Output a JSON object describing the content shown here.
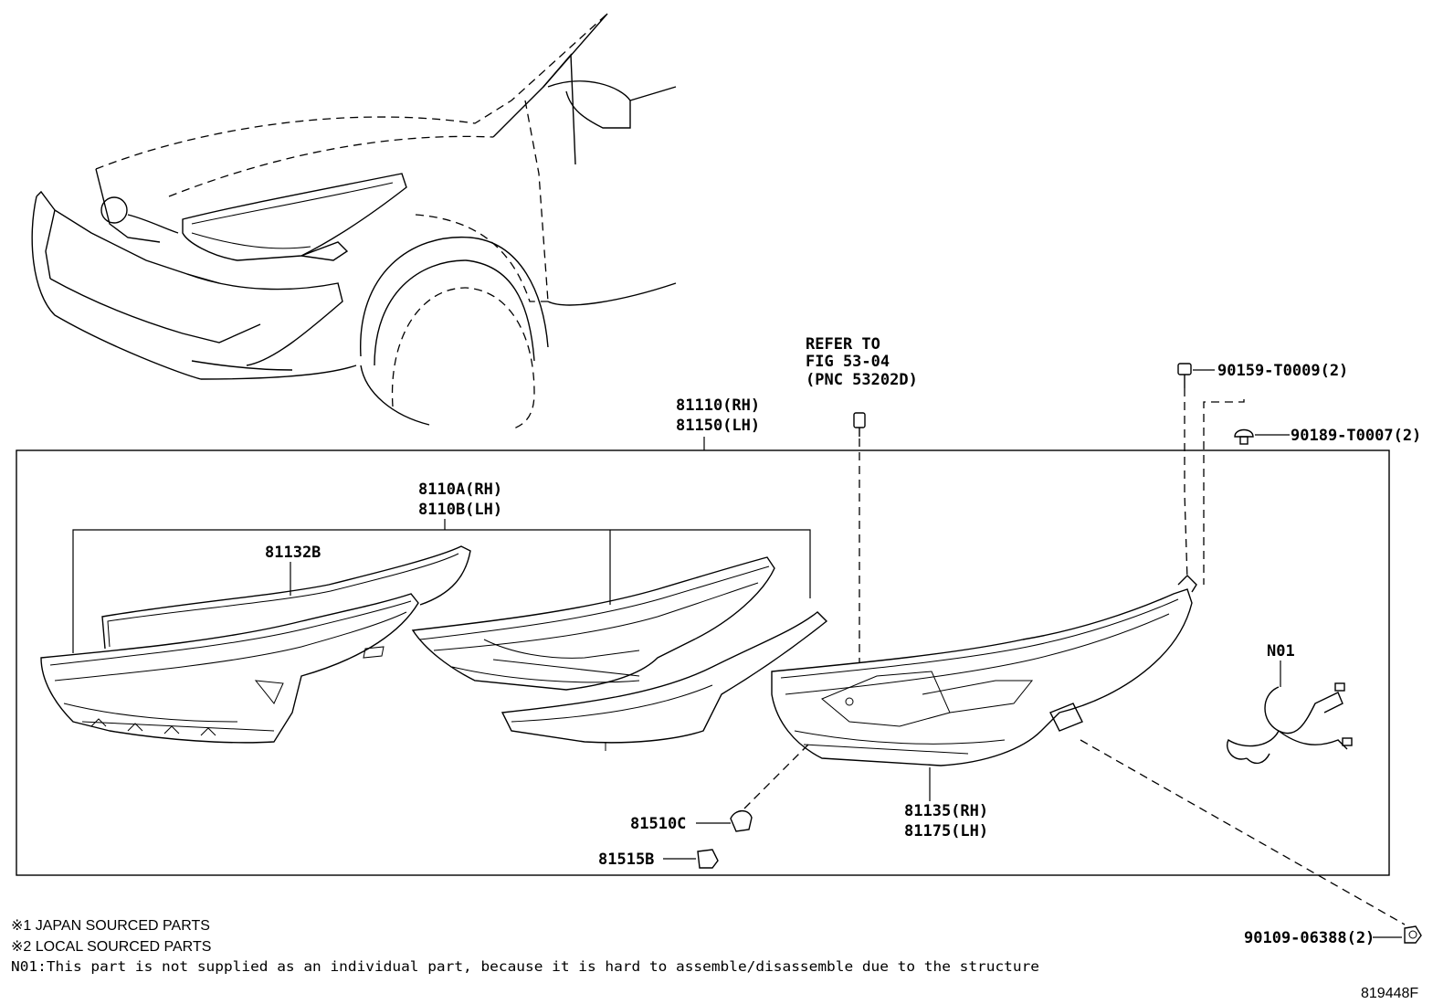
{
  "reference": {
    "lines": [
      "REFER TO",
      "FIG 53-04",
      "(PNC 53202D)"
    ]
  },
  "parts": {
    "assembly": {
      "rh": "81110(RH)",
      "lh": "81150(LH)"
    },
    "lens_housing": {
      "rh": "8110A(RH)",
      "lh": "8110B(LH)"
    },
    "gasket": "81132B",
    "screw_top": "90159-T0009(2)",
    "clip": "90189-T0007(2)",
    "wire_harness": "N01",
    "bulb": "81510C",
    "socket": "81515B",
    "housing_bracket": {
      "rh": "81135(RH)",
      "lh": "81175(LH)"
    },
    "screw_bottom": "90109-06388(2)"
  },
  "notes": [
    "※1 JAPAN SOURCED PARTS",
    "※2 LOCAL SOURCED PARTS",
    "N01:This part is not supplied as an individual part, because it is hard to assemble/disassemble due to the structure"
  ],
  "diagram_id": "819448F"
}
